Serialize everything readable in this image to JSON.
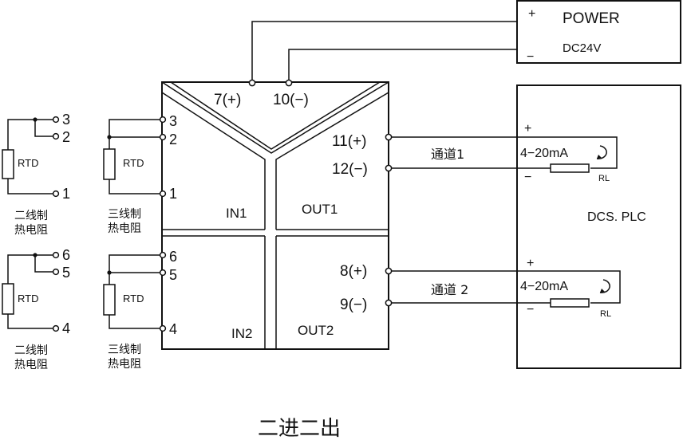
{
  "power": {
    "plus": "+",
    "label": "POWER",
    "voltage": "DC24V",
    "minus": "−"
  },
  "module": {
    "supply_pos": "7(+)",
    "supply_neg": "10(−)",
    "in1": "IN1",
    "in2": "IN2",
    "out1": "OUT1",
    "out2": "OUT2",
    "in1_terminals": [
      "3",
      "2",
      "1"
    ],
    "in2_terminals": [
      "6",
      "5",
      "4"
    ],
    "out1_pos": "11(+)",
    "out1_neg": "12(−)",
    "out2_pos": "8(+)",
    "out2_neg": "9(−)"
  },
  "sensors": {
    "rtd": "RTD",
    "two_wire_a": "二线制",
    "two_wire_b": "热电阻",
    "three_wire_a": "三线制",
    "three_wire_b": "热电阻",
    "group1_terminals": [
      "3",
      "2",
      "1"
    ],
    "group2_terminals": [
      "6",
      "5",
      "4"
    ]
  },
  "outputs": {
    "channel1": "通道1",
    "channel2": "通道 2",
    "signal": "4−20mA",
    "load": "RL",
    "plus": "+",
    "minus": "−"
  },
  "plc": {
    "label": "DCS. PLC"
  },
  "caption": "二进二出"
}
